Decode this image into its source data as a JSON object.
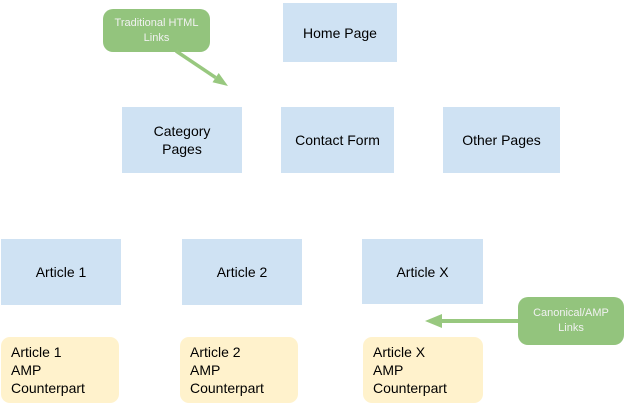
{
  "colors": {
    "background": "#ffffff",
    "node_blue_fill": "#cfe2f3",
    "node_yellow_fill": "#fff2cc",
    "callout_green_fill": "#93c47d",
    "arrow_green": "#98c87f",
    "node_text": "#000000",
    "callout_text": "#f1f1f1"
  },
  "nodes": {
    "home": {
      "label": "Home Page"
    },
    "category": {
      "label": "Category\nPages"
    },
    "contact": {
      "label": "Contact Form"
    },
    "other": {
      "label": "Other Pages"
    },
    "article1": {
      "label": "Article 1"
    },
    "article2": {
      "label": "Article 2"
    },
    "articleX": {
      "label": "Article X"
    },
    "amp1": {
      "label": "Article 1\nAMP\nCounterpart"
    },
    "amp2": {
      "label": "Article 2\nAMP\nCounterpart"
    },
    "ampX": {
      "label": "Article X\nAMP\nCounterpart"
    }
  },
  "callouts": {
    "traditional": {
      "label": "Traditional HTML\nLinks"
    },
    "canonical": {
      "label": "Canonical/AMP\nLinks"
    }
  }
}
